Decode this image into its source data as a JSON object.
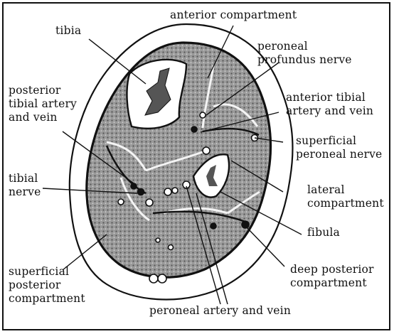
{
  "labels": {
    "tibia": "tibia",
    "anterior_compartment": "anterior compartment",
    "peroneal_profundus_nerve": [
      "peroneal",
      "profundus nerve"
    ],
    "posterior_tibial_artery_vein": [
      "posterior",
      "tibial artery",
      "and vein"
    ],
    "anterior_tibial_artery_vein": [
      "anterior tibial",
      "artery and vein"
    ],
    "superficial_peroneal_nerve": [
      "superficial",
      "peroneal nerve"
    ],
    "tibial_nerve": [
      "tibial",
      "nerve"
    ],
    "lateral_compartment": [
      "lateral",
      "compartment"
    ],
    "fibula": "fibula",
    "deep_posterior_compartment": [
      "deep posterior",
      "compartment"
    ],
    "superficial_posterior_compartment": [
      "superficial",
      "posterior",
      "compartment"
    ],
    "peroneal_artery_vein": "peroneal artery and vein"
  },
  "colors": {
    "ink": "#111111",
    "muscle": "#8a8a8a",
    "bone": "#ffffff",
    "skin": "#ffffff"
  }
}
